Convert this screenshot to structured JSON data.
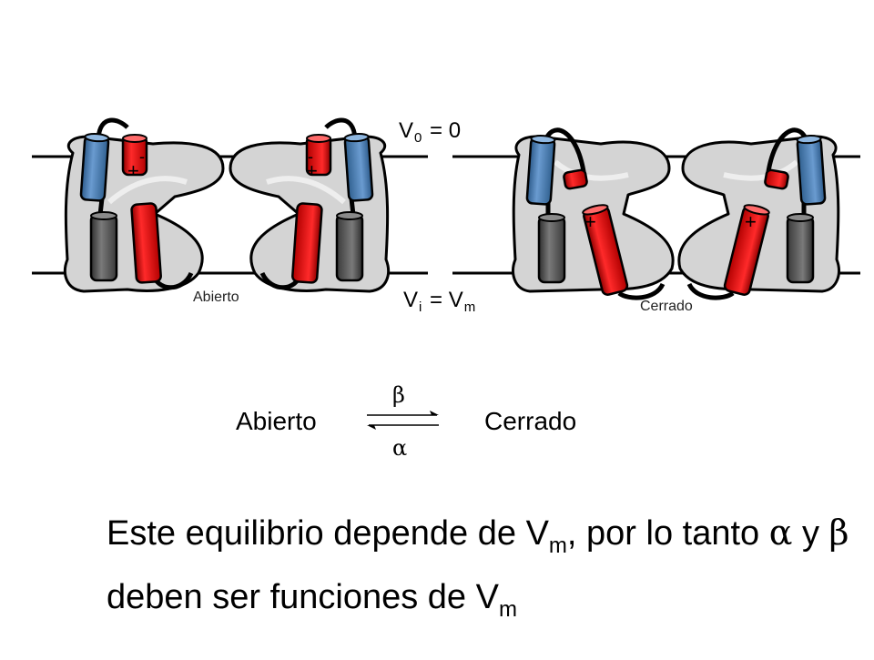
{
  "labels": {
    "v0_main": "V",
    "v0_sub": "0",
    "v0_rest": "= 0",
    "vi_main": "V",
    "vi_sub": "i",
    "vi_eq": "= V",
    "vi_sub2": "m",
    "state_open_small": "Abierto",
    "state_closed_small": "Cerrado"
  },
  "scheme": {
    "left": "Abierto",
    "right": "Cerrado",
    "forward_rate": "β",
    "backward_rate": "α"
  },
  "statement": {
    "p1": "Este equilibrio depende de V",
    "s1": "m",
    "p2": ", por lo tanto",
    "g1": "α",
    "p3": "y",
    "g2": "β",
    "p4": "deben ser funciones de V",
    "s2": "m"
  },
  "colors": {
    "membrane": "#000000",
    "protein_fill": "#d4d4d4",
    "voltage_sensor": "#e01010",
    "segment_blue": "#4a7fb5",
    "segment_gray": "#555555"
  },
  "icons": {
    "plus": "+",
    "minus": "-"
  }
}
